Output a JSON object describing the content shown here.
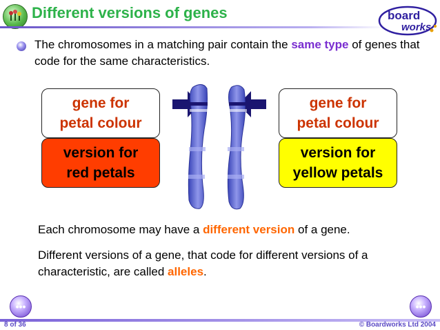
{
  "title": "Different versions of genes",
  "logo": {
    "line1": "board",
    "line2": "works"
  },
  "intro": {
    "before": "The chromosomes in a matching pair contain the ",
    "highlight": "same type",
    "after": " of genes that code for the same characteristics."
  },
  "boxes": {
    "left_gene": {
      "line1": "gene for",
      "line2": "petal colour"
    },
    "right_gene": {
      "line1": "gene for",
      "line2": "petal colour"
    },
    "left_version": {
      "line1": "version for",
      "line2": "red petals"
    },
    "right_version": {
      "line1": "version for",
      "line2": "yellow petals"
    }
  },
  "caption1": {
    "before": "Each chromosome may have a ",
    "highlight": "different version",
    "after": " of a gene."
  },
  "caption2": {
    "before": "Different versions of a gene, that code for different versions of a characteristic, are called ",
    "highlight": "alleles",
    "after": "."
  },
  "nav": {
    "prev_icon": "ellipsis-icon",
    "next_icon": "ellipsis-icon",
    "prev_label": "•••",
    "next_label": "•••"
  },
  "footer": {
    "page": "8 of 36",
    "copyright": "© Boardworks Ltd 2004"
  },
  "colors": {
    "title": "#2db24a",
    "red_box": "#ff3d00",
    "yellow_box": "#ffff00",
    "chromosome": "#4f5bd0"
  }
}
